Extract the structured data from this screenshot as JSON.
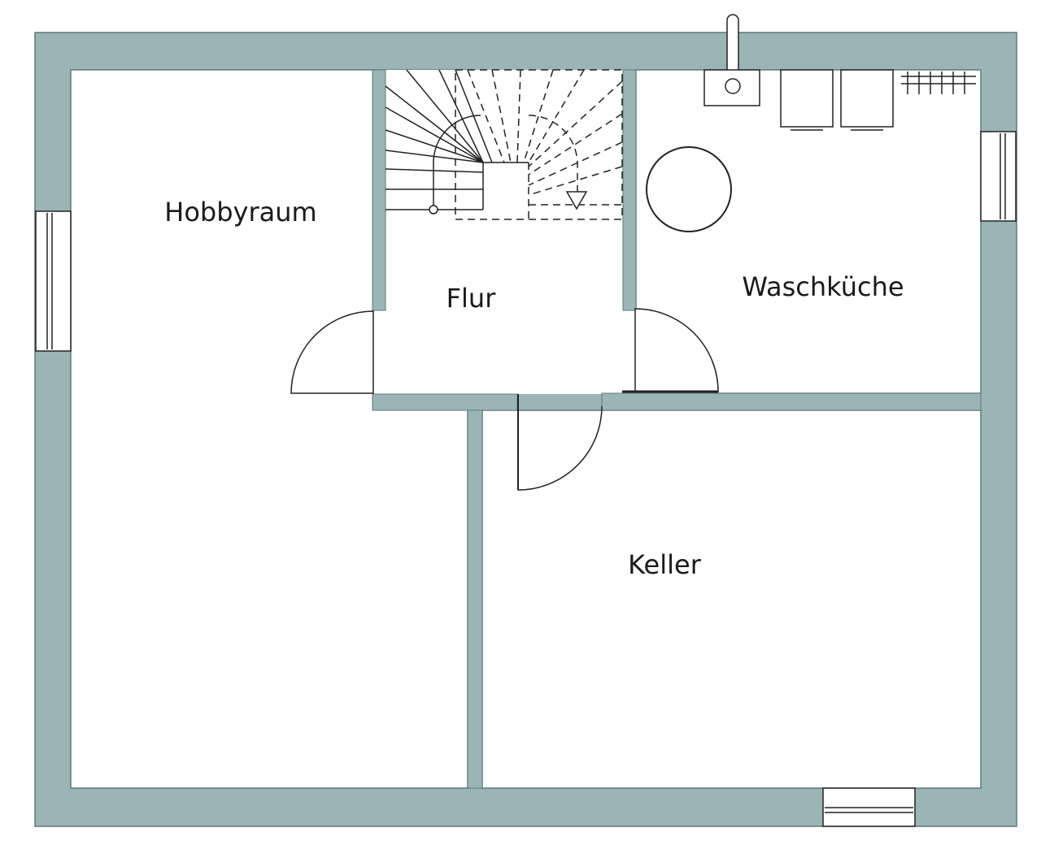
{
  "colors": {
    "wall": "#9bb5b6",
    "wall_edge": "#5f7879",
    "room": "#ffffff",
    "line": "#222222"
  },
  "rooms": {
    "hobbyraum": "Hobbyraum",
    "flur": "Flur",
    "waschkueche": "Waschküche",
    "keller": "Keller"
  }
}
